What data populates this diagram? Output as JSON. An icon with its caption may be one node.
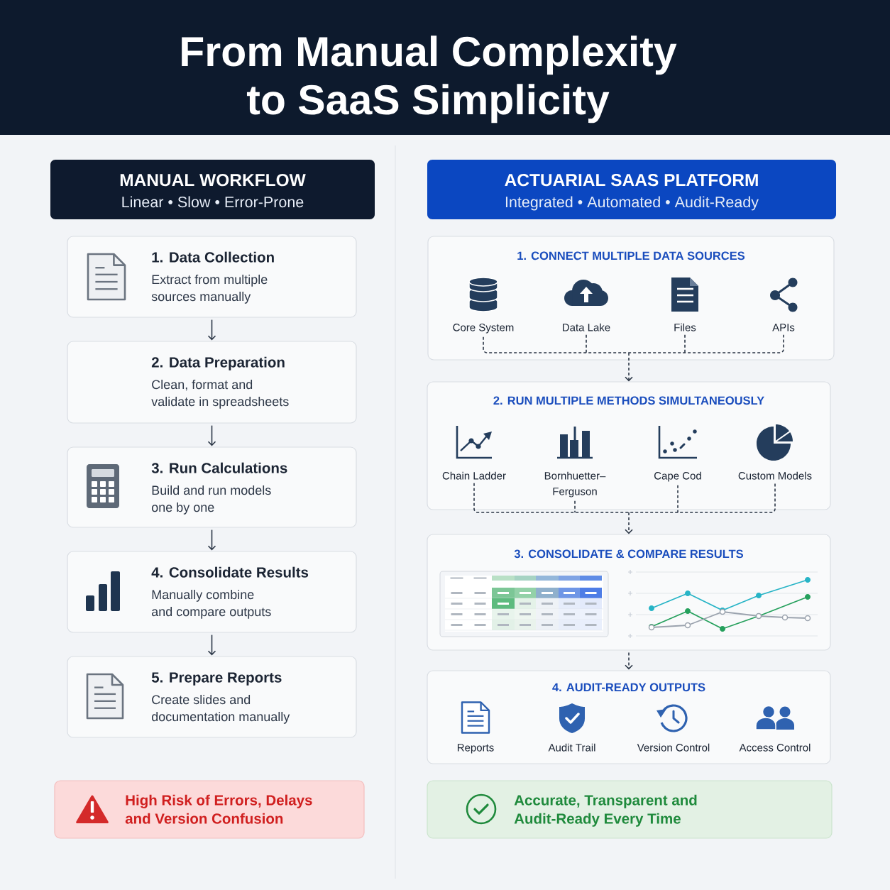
{
  "diagram": {
    "title": "From Manual Complexity to SaaS Simplicity",
    "nodes": [
      {
        "text": [
          "MANUAL WORKFLOW",
          "Linear • Slow • Error-Prone"
        ]
      },
      {
        "text": [
          "1. Data Collection",
          "Extract from multiple sources manually"
        ]
      },
      {
        "text": [
          "2. Data Preparation",
          "Clean, format and validate in spreadsheets"
        ]
      },
      {
        "text": [
          "3. Run Calculations",
          "Build and run models one by one"
        ]
      },
      {
        "text": [
          "4. Consolidate Results",
          "Manually combine and compare outputs"
        ]
      },
      {
        "text": [
          "5. Prepare Reports",
          "Create slides and documentation manually"
        ]
      },
      {
        "text": [
          "High Risk of Errors, Delays and Version Confusion"
        ]
      },
      {
        "text": [
          "ACTUARIAL SAAS PLATFORM",
          "Integrated • Automated • Audit-Ready"
        ]
      },
      {
        "text": [
          "1. CONNECT MULTIPLE DATA SOURCES"
        ]
      },
      {
        "text": [
          "Core System"
        ],
        "in": 8
      },
      {
        "text": [
          "Data Lake"
        ],
        "in": 8
      },
      {
        "text": [
          "Files"
        ],
        "in": 8
      },
      {
        "text": [
          "APIs"
        ],
        "in": 8
      },
      {
        "text": [
          "2. RUN MULTIPLE METHODS SIMULTANEOUSLY"
        ]
      },
      {
        "text": [
          "Chain Ladder"
        ],
        "in": 13
      },
      {
        "text": [
          "Bornhuetter–Ferguson"
        ],
        "in": 13
      },
      {
        "text": [
          "Cape Cod"
        ],
        "in": 13
      },
      {
        "text": [
          "Custom Models"
        ],
        "in": 13
      },
      {
        "text": [
          "3. CONSOLIDATE & COMPARE RESULTS"
        ]
      },
      {
        "text": [
          "4. AUDIT-READY OUTPUTS"
        ]
      },
      {
        "text": [
          "Accurate, Transparent and Audit-Ready Every Time"
        ]
      }
    ],
    "edges": [
      {
        "from": 1,
        "to": 2,
        "arrow": "to"
      },
      {
        "from": 2,
        "to": 3,
        "arrow": "to"
      },
      {
        "from": 3,
        "to": 4,
        "arrow": "to"
      },
      {
        "from": 4,
        "to": 5,
        "arrow": "to"
      },
      {
        "from": 9,
        "to": 13,
        "arrow": "to",
        "style": "dashed"
      },
      {
        "from": 10,
        "to": 13,
        "arrow": "to",
        "style": "dashed"
      },
      {
        "from": 11,
        "to": 13,
        "arrow": "to",
        "style": "dashed"
      },
      {
        "from": 12,
        "to": 13,
        "arrow": "to",
        "style": "dashed"
      },
      {
        "from": 14,
        "to": 18,
        "arrow": "to",
        "style": "dashed"
      },
      {
        "from": 15,
        "to": 18,
        "arrow": "to",
        "style": "dashed"
      },
      {
        "from": 16,
        "to": 18,
        "arrow": "to",
        "style": "dashed"
      },
      {
        "from": 17,
        "to": 18,
        "arrow": "to",
        "style": "dashed"
      },
      {
        "from": 18,
        "to": 19,
        "arrow": "to",
        "style": "dashed"
      }
    ],
    "labels": [
      "Reports",
      "Audit Trail",
      "Version Control",
      "Access Control"
    ]
  }
}
